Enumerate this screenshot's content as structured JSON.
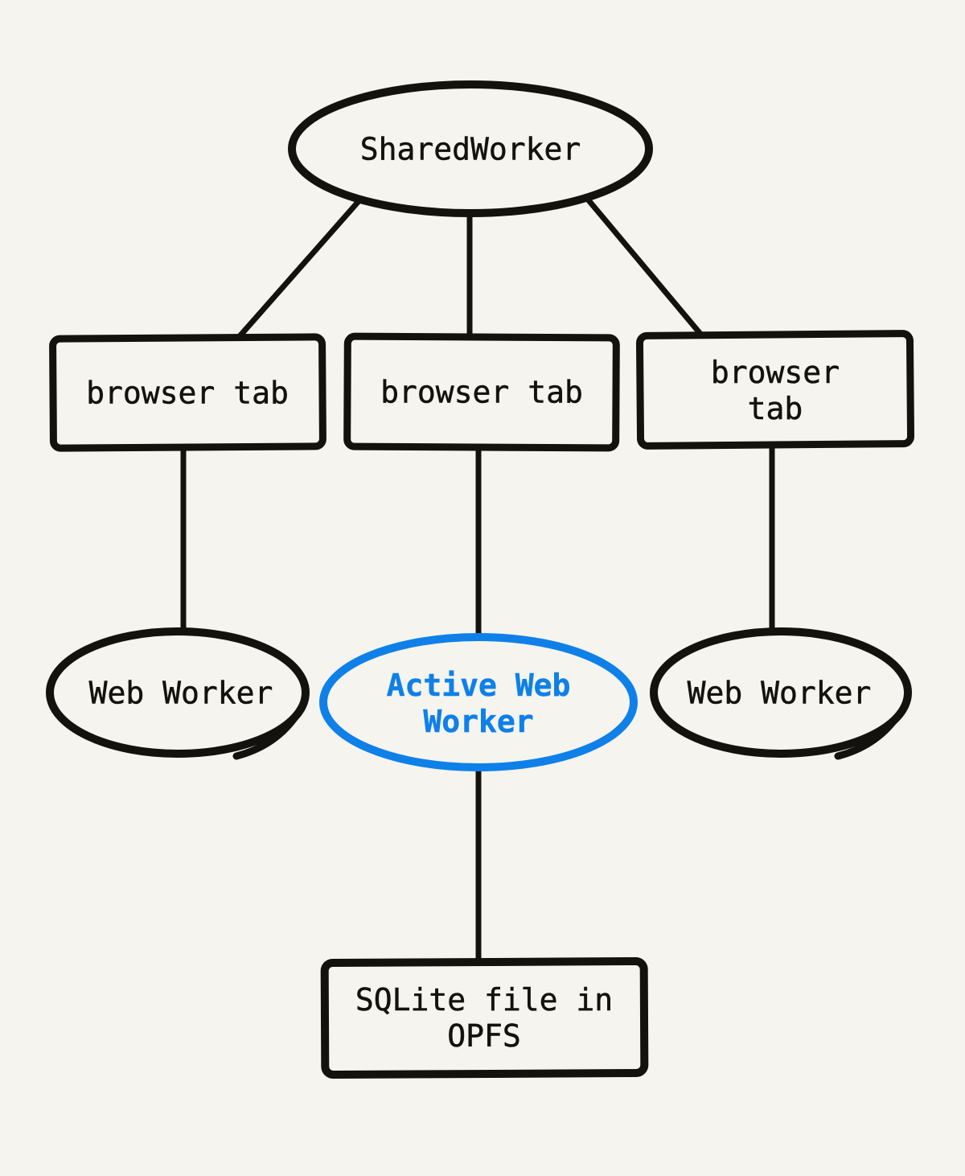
{
  "diagram": {
    "colors": {
      "background": "#f5f4ef",
      "ink": "#14120e",
      "accent": "#0f80e8"
    },
    "nodes": {
      "shared_worker": {
        "label": "SharedWorker",
        "shape": "ellipse"
      },
      "tab_left": {
        "label": "browser tab",
        "shape": "rectangle"
      },
      "tab_center": {
        "label": "browser tab",
        "shape": "rectangle"
      },
      "tab_right": {
        "label": "browser tab",
        "shape": "rectangle"
      },
      "worker_left": {
        "label": "Web Worker",
        "shape": "ellipse"
      },
      "worker_active": {
        "label": "Active Web\nWorker",
        "shape": "ellipse",
        "color": "#0f80e8"
      },
      "worker_right": {
        "label": "Web Worker",
        "shape": "ellipse"
      },
      "sqlite": {
        "label": "SQLite file in\nOPFS",
        "shape": "rectangle"
      }
    },
    "edges": [
      {
        "from": "shared_worker",
        "to": "tab_left"
      },
      {
        "from": "shared_worker",
        "to": "tab_center"
      },
      {
        "from": "shared_worker",
        "to": "tab_right"
      },
      {
        "from": "tab_left",
        "to": "worker_left"
      },
      {
        "from": "tab_center",
        "to": "worker_active"
      },
      {
        "from": "tab_right",
        "to": "worker_right"
      },
      {
        "from": "worker_active",
        "to": "sqlite"
      }
    ]
  }
}
